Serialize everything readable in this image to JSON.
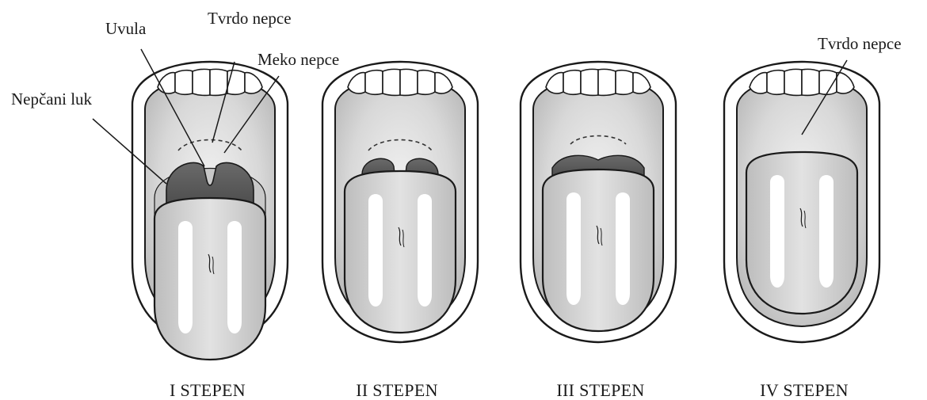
{
  "annotations": {
    "uvula": "Uvula",
    "hard_palate_1": "Tvrdo nepce",
    "soft_palate": "Meko nepce",
    "palatal_arch": "Nepčani luk",
    "hard_palate_4": "Tvrdo nepce"
  },
  "panels": [
    {
      "grade": "I STEPEN",
      "visible": [
        "uvula",
        "soft-palate",
        "palatal-arch",
        "hard-palate"
      ]
    },
    {
      "grade": "II STEPEN",
      "visible": [
        "partial-uvula",
        "soft-palate",
        "hard-palate"
      ]
    },
    {
      "grade": "III STEPEN",
      "visible": [
        "soft-palate-base",
        "hard-palate"
      ]
    },
    {
      "grade": "IV STEPEN",
      "visible": [
        "hard-palate"
      ]
    }
  ],
  "colors": {
    "outline": "#1a1a1a",
    "mouth_fill": "#d9d9d9",
    "throat_fill": "#5a5a5a",
    "tongue_fill": "#d4d4d4",
    "tongue_highlight": "#ffffff"
  }
}
